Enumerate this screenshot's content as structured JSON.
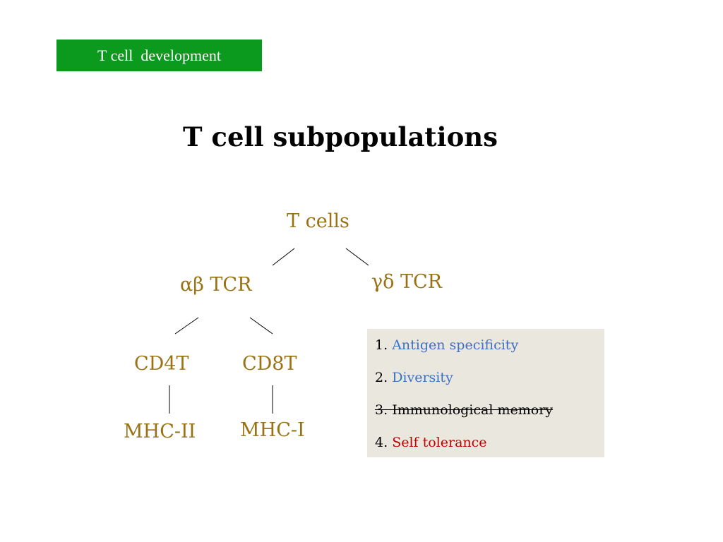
{
  "header": {
    "tag_label": "T cell  development",
    "tag_color": "#0b9a1d"
  },
  "title": "T cell subpopulations",
  "tree": {
    "root": "T cells",
    "alpha_beta": "αβ TCR",
    "gamma_delta": "γδ TCR",
    "cd4": "CD4T",
    "cd8": "CD8T",
    "mhc2": "MHC-II",
    "mhc1": "MHC-I",
    "node_color": "#9a7214"
  },
  "properties": {
    "items": [
      {
        "number": "1.",
        "label": "Antigen specificity",
        "color": "#3d6fc4",
        "struck": false
      },
      {
        "number": "2.",
        "label": "Diversity",
        "color": "#3d6fc4",
        "struck": false
      },
      {
        "number": "3.",
        "label": "Immunological memory",
        "color": "#000000",
        "struck": true
      },
      {
        "number": "4.",
        "label": "Self tolerance",
        "color": "#c00000",
        "struck": false
      }
    ],
    "box_color": "#eae7de"
  }
}
